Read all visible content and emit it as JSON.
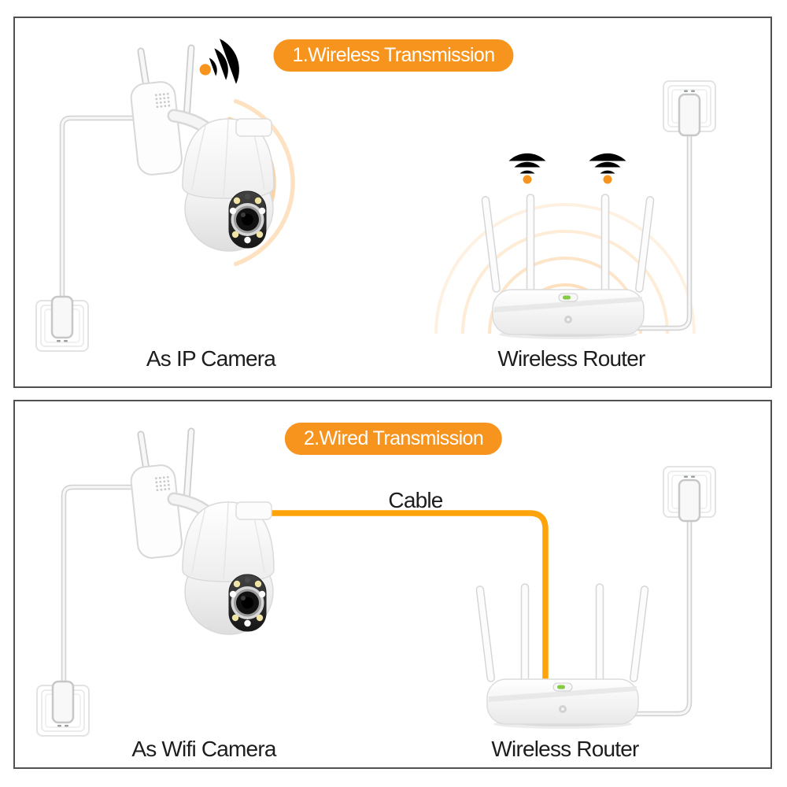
{
  "colors": {
    "accent_orange": "#F7941E",
    "cable_orange": "#FFA30A",
    "text": "#1d1d1d",
    "panel_border": "#515151",
    "led_green": "#86c943"
  },
  "panel_wireless": {
    "banner": "1.Wireless Transmission",
    "camera_label": "As IP Camera",
    "router_label": "Wireless Router"
  },
  "panel_wired": {
    "banner": "2.Wired Transmission",
    "cable_label": "Cable",
    "camera_label": "As Wifi Camera",
    "router_label": "Wireless Router"
  },
  "icons": {
    "wifi-signal-icon": "three orange arcs over a dot",
    "camera-signal-icon": "rotated wifi arcs beaming right",
    "signal-waves": "concentric orange arcs",
    "power-outlet": "white wall socket with plugged-in adapter",
    "power-cable": "white cord",
    "ethernet-cable": "orange cord"
  }
}
